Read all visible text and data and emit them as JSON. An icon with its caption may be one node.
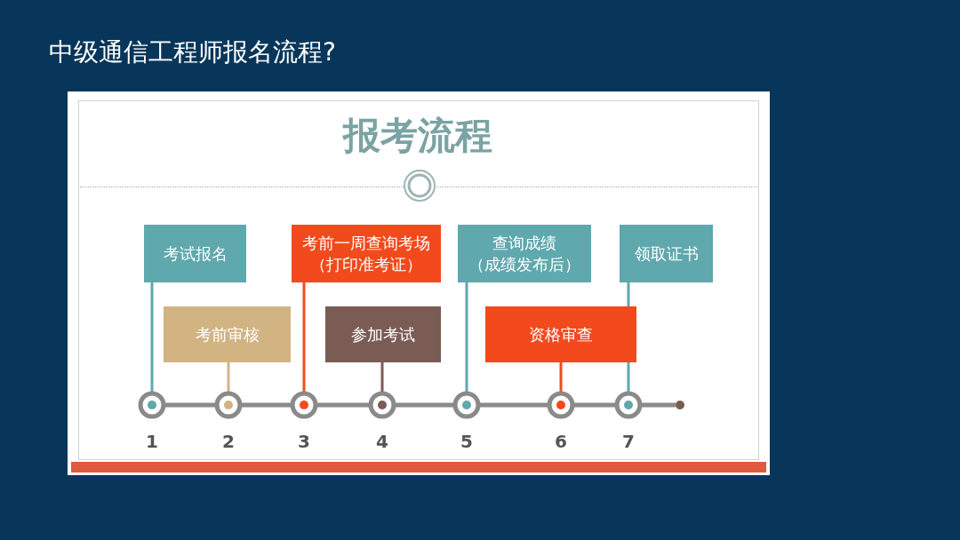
{
  "diagram": {
    "title": "中级通信工程师报名流程?",
    "nodes": [
      {
        "text": [
          "考试报名"
        ]
      },
      {
        "text": [
          "考前审核"
        ]
      },
      {
        "text": [
          "考前一周查询考场",
          "（打印准考证）"
        ]
      },
      {
        "text": [
          "参加考试"
        ]
      },
      {
        "text": [
          "查询成绩",
          "（成绩发布后）"
        ]
      },
      {
        "text": [
          "资格审查"
        ]
      },
      {
        "text": [
          "领取证书"
        ]
      },
      {
        "text": [],
        "shape": "circle",
        "beside": [
          "1"
        ]
      },
      {
        "text": [],
        "shape": "circle",
        "beside": [
          "2"
        ]
      },
      {
        "text": [],
        "shape": "circle",
        "beside": [
          "3"
        ]
      },
      {
        "text": [],
        "shape": "circle",
        "beside": [
          "4"
        ]
      },
      {
        "text": [],
        "shape": "circle",
        "beside": [
          "5"
        ]
      },
      {
        "text": [],
        "shape": "circle",
        "beside": [
          "6"
        ]
      },
      {
        "text": [],
        "shape": "circle",
        "beside": [
          "7"
        ]
      },
      {
        "text": [],
        "shape": "circle"
      }
    ],
    "edges": [
      {
        "from": 0,
        "to": 7,
        "arrow": "none",
        "color": "#5fa8ad"
      },
      {
        "from": 1,
        "to": 8,
        "arrow": "none",
        "color": "#d2b483"
      },
      {
        "from": 2,
        "to": 9,
        "arrow": "none",
        "color": "#f24a1c"
      },
      {
        "from": 3,
        "to": 10,
        "arrow": "none",
        "color": "#7a5c55"
      },
      {
        "from": 4,
        "to": 11,
        "arrow": "none",
        "color": "#5fa8ad"
      },
      {
        "from": 5,
        "to": 12,
        "arrow": "none",
        "color": "#f24a1c"
      },
      {
        "from": 6,
        "to": 13,
        "arrow": "none",
        "color": "#5fa8ad"
      },
      {
        "from": 7,
        "to": 8,
        "arrow": "none"
      },
      {
        "from": 8,
        "to": 9,
        "arrow": "none"
      },
      {
        "from": 9,
        "to": 10,
        "arrow": "none"
      },
      {
        "from": 10,
        "to": 11,
        "arrow": "none"
      },
      {
        "from": 11,
        "to": 12,
        "arrow": "none"
      },
      {
        "from": 12,
        "to": 13,
        "arrow": "none"
      },
      {
        "from": 13,
        "to": 14,
        "arrow": "none"
      }
    ],
    "labels": [
      "报考流程"
    ]
  }
}
